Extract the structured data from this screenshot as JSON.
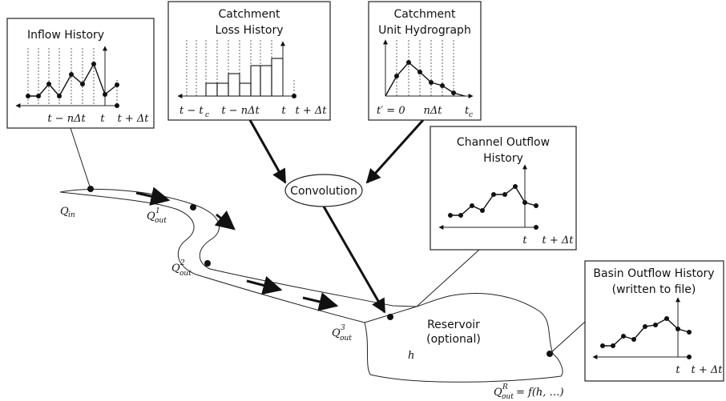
{
  "panels": {
    "inflow_history": {
      "title": "Inflow History",
      "tick_labels": [
        "t − nΔt",
        "t",
        "t + Δt"
      ]
    },
    "catchment_loss_history": {
      "title_line1": "Catchment",
      "title_line2": "Loss History",
      "tick_labels": [
        "t − t",
        "c",
        "t − nΔt",
        "t",
        "t + Δt"
      ]
    },
    "catchment_unit_hydrograph": {
      "title_line1": "Catchment",
      "title_line2": "Unit Hydrograph",
      "tick_labels": [
        "t′ = 0",
        "nΔt",
        "t",
        "c"
      ]
    },
    "channel_outflow_history": {
      "title_line1": "Channel Outflow",
      "title_line2": "History",
      "tick_labels": [
        "t",
        "t + Δt"
      ]
    },
    "basin_outflow_history": {
      "title_line1": "Basin Outflow History",
      "title_line2": "(written to file)",
      "tick_labels": [
        "t",
        "t + Δt"
      ]
    }
  },
  "convolution": {
    "label": "Convolution"
  },
  "reservoir": {
    "line1": "Reservoir",
    "line2": "(optional)",
    "h_label": "h"
  },
  "flow_labels": {
    "q_in": {
      "main": "Q",
      "sub": "in"
    },
    "q_out1": {
      "main": "Q",
      "sup": "1",
      "sub": "out"
    },
    "q_out2": {
      "main": "Q",
      "sup": "2",
      "sub": "out"
    },
    "q_out3": {
      "main": "Q",
      "sup": "3",
      "sub": "out"
    },
    "q_outR": {
      "main": "Q",
      "sup": "R",
      "sub": "out",
      "rhs": "= f(h, …)"
    }
  },
  "colors": {
    "line": "#111111",
    "background": "#ffffff"
  }
}
